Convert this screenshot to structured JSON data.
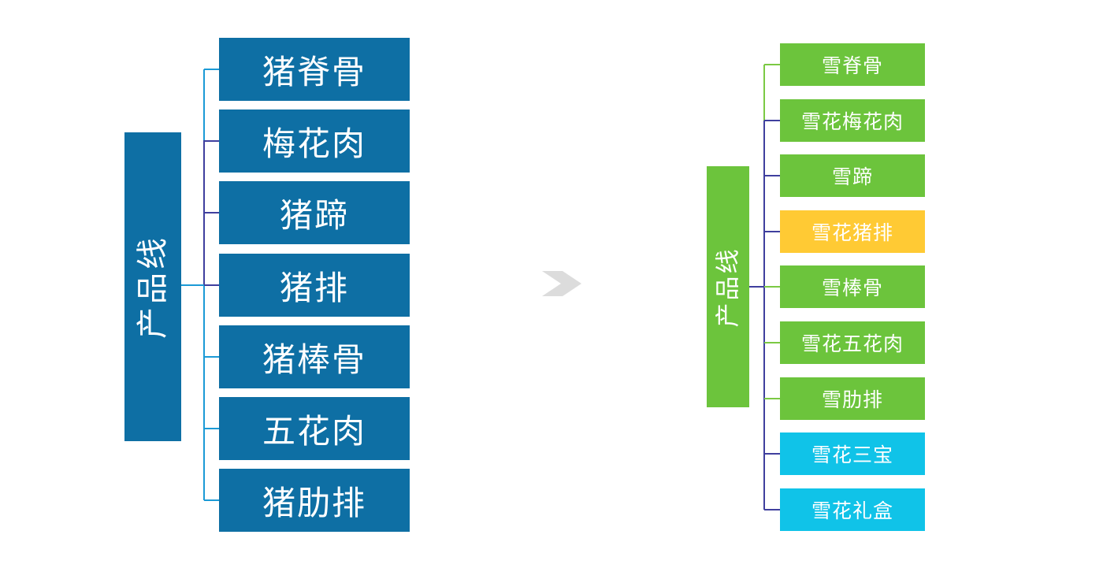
{
  "diagram": {
    "title_left": "产品线",
    "title_right": "产品线",
    "arrow_icon": "chevron-right-icon",
    "colors": {
      "blue": "#0E6FA4",
      "green": "#6CC43C",
      "amber": "#FFCA34",
      "cyan": "#10C3E8",
      "arrow_gray": "#DCDCDC",
      "wire_blue_light": "#1B9AD6",
      "wire_indigo": "#3F3F9E",
      "wire_green": "#7BC943",
      "text_white": "#FFFFFF"
    }
  },
  "left": {
    "root_label": "产品线",
    "nodes": [
      {
        "label": "猪脊骨",
        "color": "blue"
      },
      {
        "label": "梅花肉",
        "color": "blue"
      },
      {
        "label": "猪蹄",
        "color": "blue"
      },
      {
        "label": "猪排",
        "color": "blue"
      },
      {
        "label": "猪棒骨",
        "color": "blue"
      },
      {
        "label": "五花肉",
        "color": "blue"
      },
      {
        "label": "猪肋排",
        "color": "blue"
      }
    ]
  },
  "right": {
    "root_label": "产品线",
    "nodes": [
      {
        "label": "雪脊骨",
        "color": "green"
      },
      {
        "label": "雪花梅花肉",
        "color": "green"
      },
      {
        "label": "雪蹄",
        "color": "green"
      },
      {
        "label": "雪花猪排",
        "color": "amber"
      },
      {
        "label": "雪棒骨",
        "color": "green"
      },
      {
        "label": "雪花五花肉",
        "color": "green"
      },
      {
        "label": "雪肋排",
        "color": "green"
      },
      {
        "label": "雪花三宝",
        "color": "cyan"
      },
      {
        "label": "雪花礼盒",
        "color": "cyan"
      }
    ]
  }
}
